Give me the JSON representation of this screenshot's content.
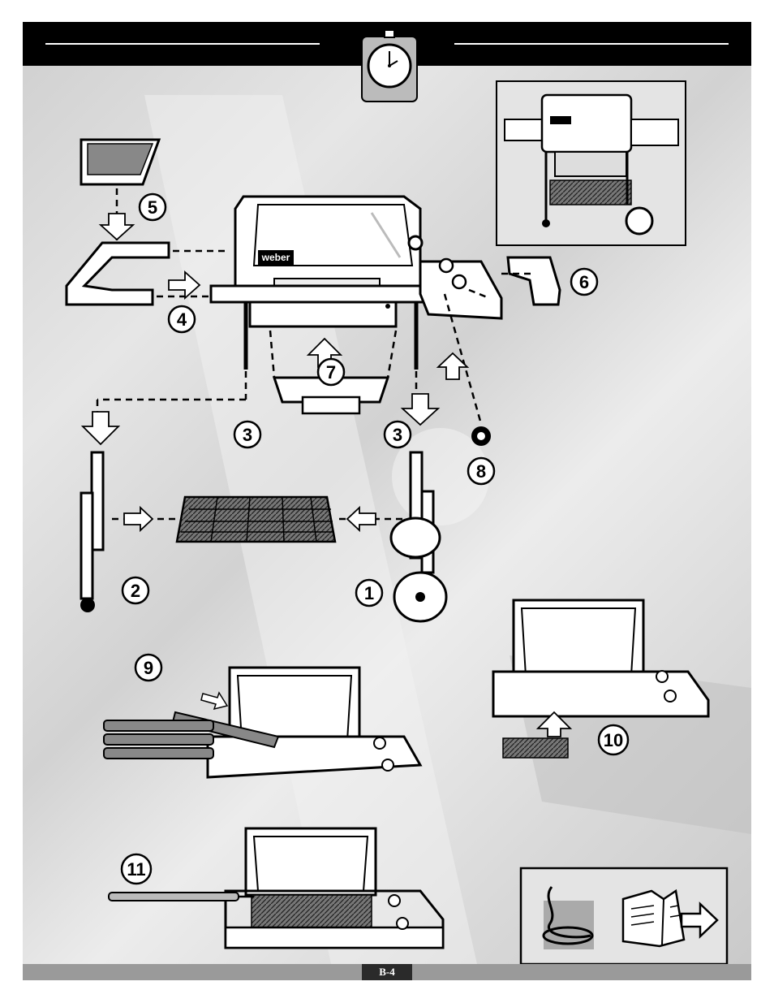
{
  "footer": {
    "page_number": "B-4"
  },
  "grill": {
    "logo_text": "weber"
  },
  "steps": [
    {
      "number": "1"
    },
    {
      "number": "2"
    },
    {
      "number": "3"
    },
    {
      "number": "3"
    },
    {
      "number": "4"
    },
    {
      "number": "5"
    },
    {
      "number": "6"
    },
    {
      "number": "7"
    },
    {
      "number": "8"
    },
    {
      "number": "9"
    },
    {
      "number": "10"
    },
    {
      "number": "11"
    }
  ],
  "icons": [
    "stopwatch-icon",
    "hose-icon",
    "manual-book-icon",
    "arrow-right-icon"
  ]
}
